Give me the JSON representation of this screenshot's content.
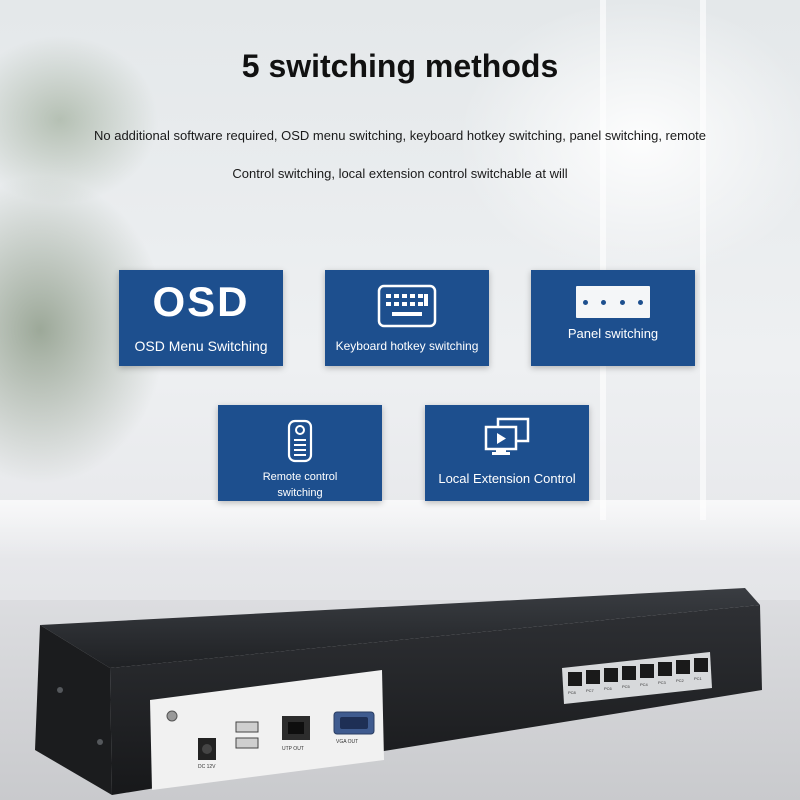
{
  "header": {
    "title": "5 switching methods",
    "subtitle_line1": "No additional software required, OSD menu switching, keyboard hotkey switching, panel switching, remote",
    "subtitle_line2": "Control switching, local extension control switchable at will"
  },
  "cards": [
    {
      "icon_text": "OSD",
      "label": "OSD Menu Switching"
    },
    {
      "icon": "keyboard-icon",
      "label": "Keyboard hotkey switching"
    },
    {
      "icon": "panel-buttons-icon",
      "label": "Panel switching"
    },
    {
      "icon": "remote-control-icon",
      "label_line1": "Remote control",
      "label_line2": "switching"
    },
    {
      "icon": "monitors-icon",
      "label": "Local Extension Control"
    }
  ],
  "colors": {
    "card_blue": "#1d4f8e",
    "device_dark": "#2a2c30"
  },
  "device_labels": {
    "power": "DC 12V",
    "utp": "UTP OUT",
    "vga": "VGA OUT",
    "ports": [
      "PC8",
      "PC7",
      "PC6",
      "PC5",
      "PC4",
      "PC3",
      "PC2",
      "PC1"
    ]
  }
}
